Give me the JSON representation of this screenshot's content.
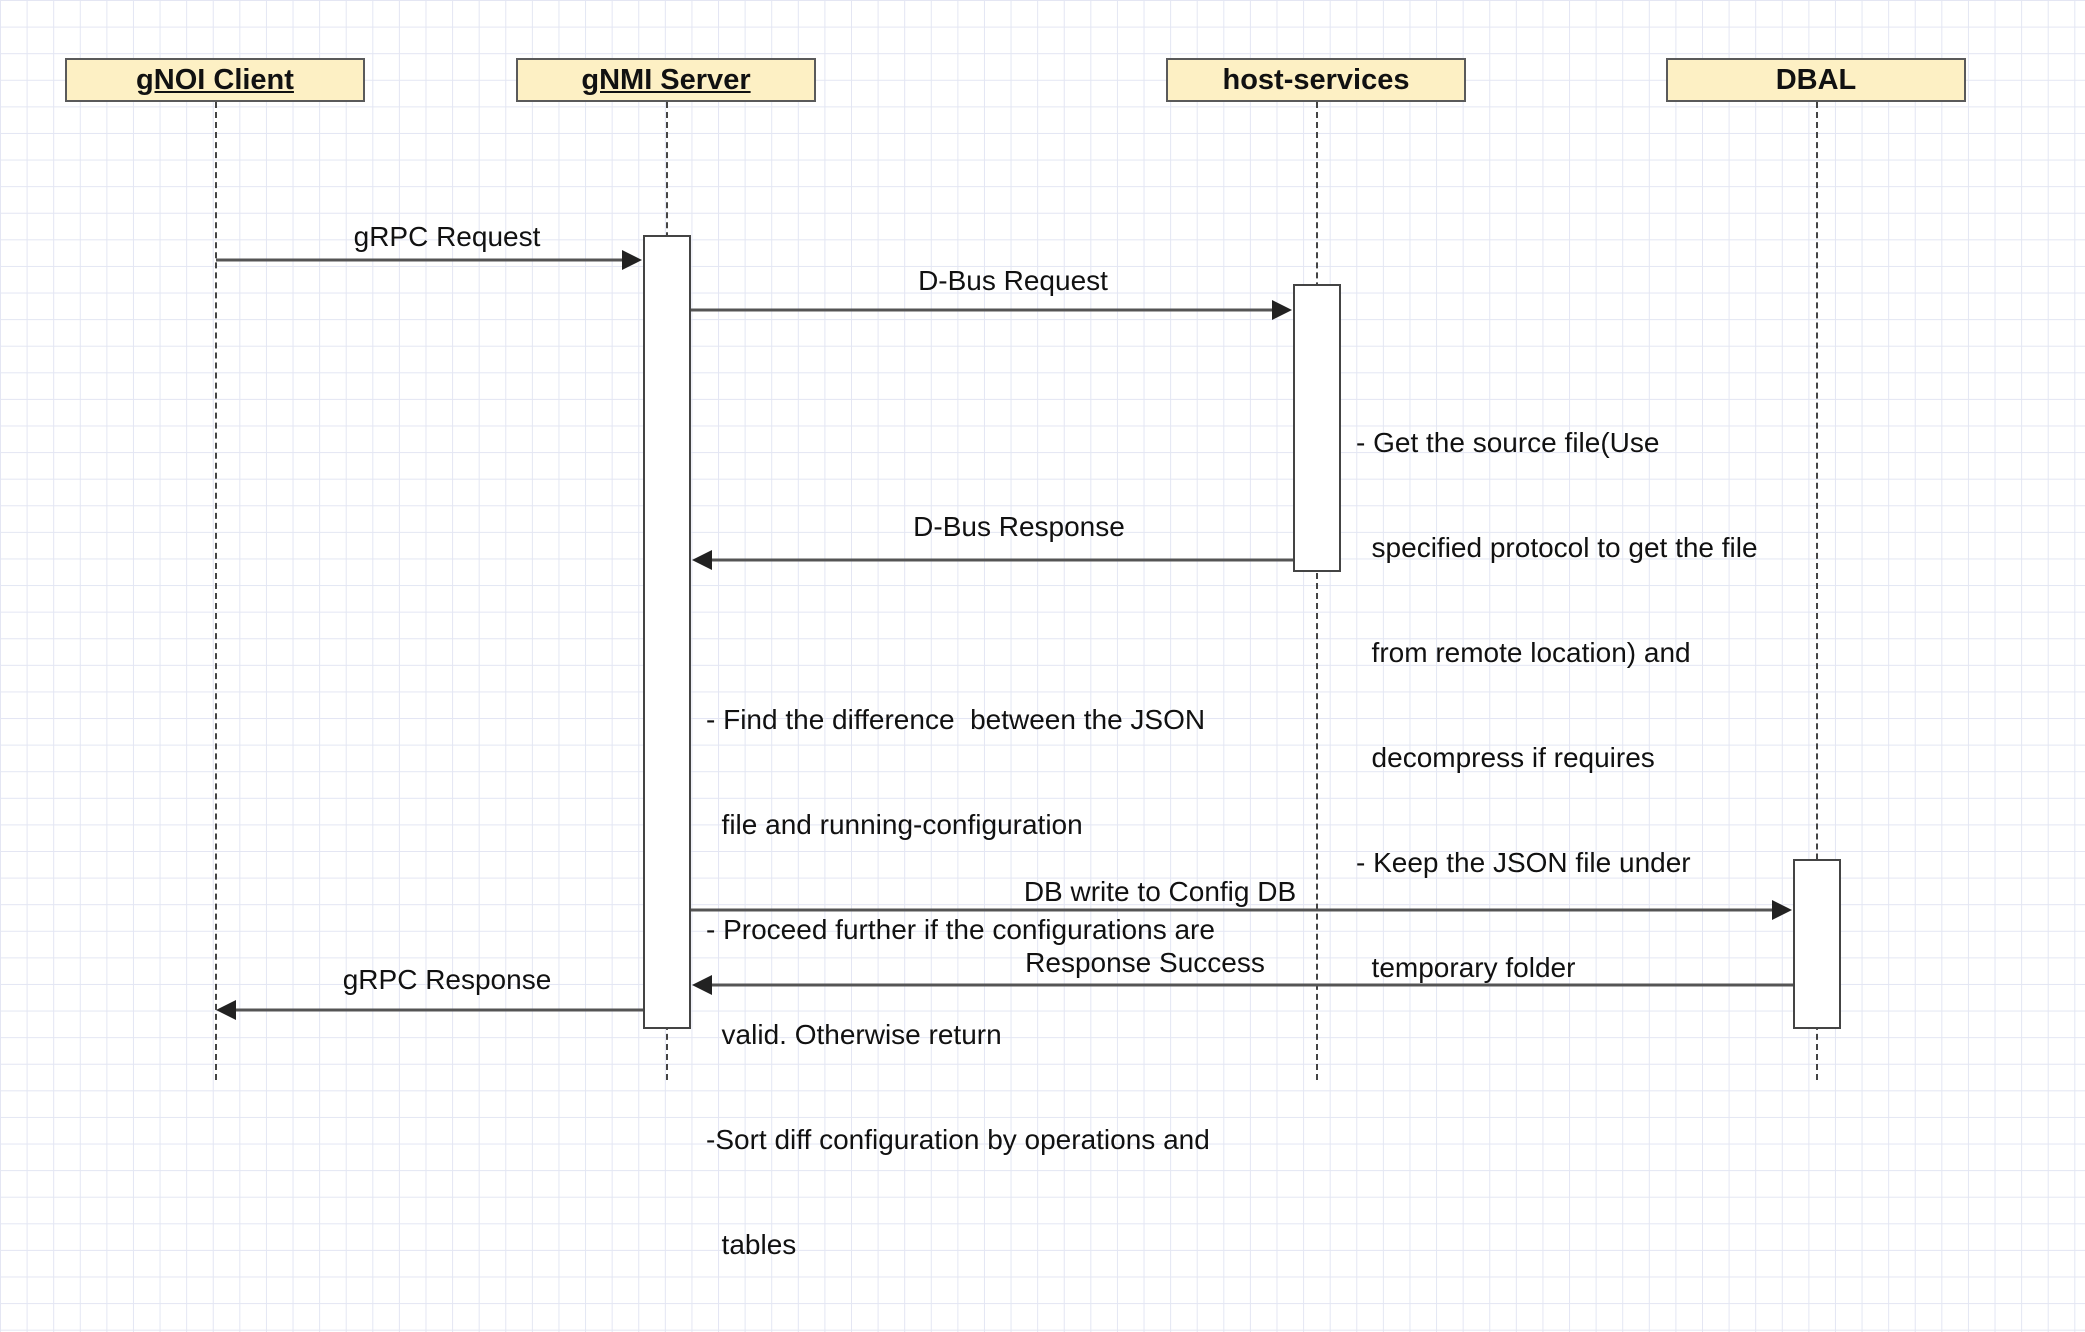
{
  "participants": [
    {
      "id": "gnoi-client",
      "label": "gNOI Client"
    },
    {
      "id": "gnmi-server",
      "label": "gNMI Server"
    },
    {
      "id": "host-services",
      "label": "host-services"
    },
    {
      "id": "dbal",
      "label": "DBAL"
    }
  ],
  "messages": [
    {
      "id": "grpc-request",
      "label": "gRPC Request"
    },
    {
      "id": "dbus-request",
      "label": "D-Bus Request"
    },
    {
      "id": "dbus-response",
      "label": "D-Bus Response"
    },
    {
      "id": "db-write",
      "label": "DB write to Config DB"
    },
    {
      "id": "response-success",
      "label": "Response Success"
    },
    {
      "id": "grpc-response",
      "label": "gRPC Response"
    }
  ],
  "notes": {
    "host_services": [
      "- Get the source file(Use",
      "  specified protocol to get the file",
      "  from remote location) and",
      "  decompress if requires",
      "- Keep the JSON file under",
      "  temporary folder"
    ],
    "gnmi_server": [
      "- Find the difference  between the JSON",
      "  file and running-configuration",
      "- Proceed further if the configurations are",
      "  valid. Otherwise return",
      "-Sort diff configuration by operations and",
      "  tables"
    ]
  }
}
